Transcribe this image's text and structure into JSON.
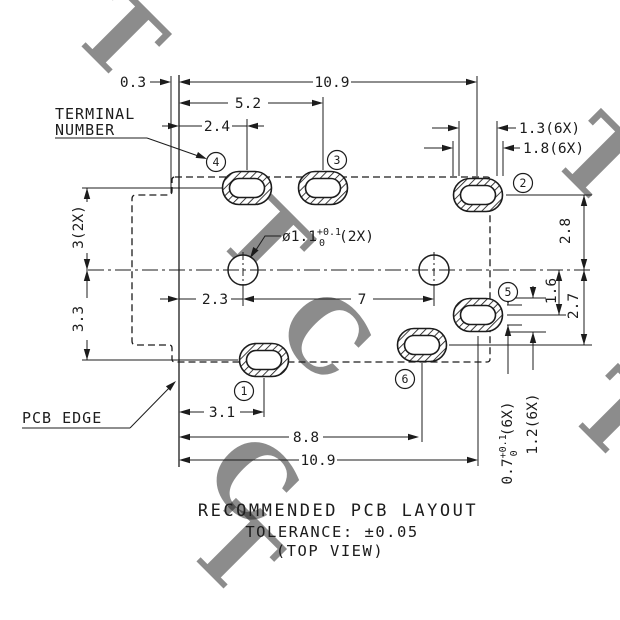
{
  "drawing": {
    "labels": {
      "terminal_l1": "TERMINAL",
      "terminal_l2": "NUMBER",
      "pcb_edge": "PCB EDGE"
    },
    "title": {
      "line1": "RECOMMENDED PCB LAYOUT",
      "line2": "TOLERANCE: ±0.05",
      "line3": "(TOP VIEW)"
    },
    "terminals": [
      "1",
      "2",
      "3",
      "4",
      "5",
      "6"
    ],
    "dims": {
      "left_offset": "0.3",
      "top_width": "10.9",
      "pad3_x": "5.2",
      "pad4_x": "2.4",
      "slot_width": "1.3(6X)",
      "pad_width": "1.8(6X)",
      "hole_dia": "ø1.1",
      "hole_tol_plus": "+0.1",
      "hole_tol_minus": "0",
      "hole_qty": "(2X)",
      "row_top": "3(2X)",
      "row_bottom": "3.3",
      "hole_x": "2.3",
      "hole_pitch": "7",
      "pad2_y": "2.8",
      "pad5_y": "1.6",
      "pad6_y": "2.7",
      "pad1_x": "3.1",
      "pad6_x": "8.8",
      "bottom_width": "10.9",
      "slot_height": "0.7",
      "slot_tol_plus": "+0.1",
      "slot_tol_minus": "0",
      "slot_qty": "(6X)",
      "pad_height": "1.2(6X)"
    },
    "watermark_letters": [
      "T",
      "T",
      "C",
      "T",
      "C",
      "T",
      "T"
    ],
    "colors": {
      "line": "#1c1c1c",
      "watermark": "#c9cbd2"
    }
  }
}
